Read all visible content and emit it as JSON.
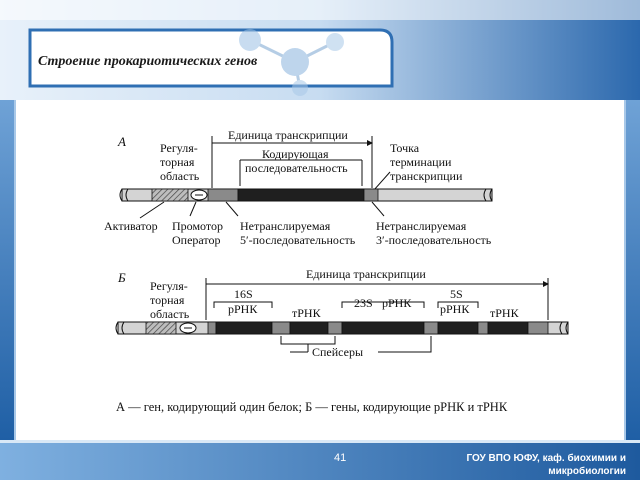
{
  "slide": {
    "title": "Строение прокариотических  генов",
    "page_number": "41",
    "footer_line1": "ГОУ ВПО ЮФУ, каф. биохимии и",
    "footer_line2": "микробиологии",
    "colors": {
      "header_blue": "#2f6fb3",
      "frame_blue": "#3a7cc0",
      "light_blue": "#cfe3f5"
    }
  },
  "diagram_a": {
    "panel_letter": "А",
    "transcription_unit": "Единица транскрипции",
    "regulatory_region": [
      "Регуля-",
      "торная",
      "область"
    ],
    "coding_sequence": [
      "Кодирующая",
      "последовательность"
    ],
    "termination_point": [
      "Точка",
      "терминации",
      "транскрипции"
    ],
    "activator": "Активатор",
    "promoter": "Промотор",
    "operator": "Оператор",
    "untranslated_5": [
      "Нетранслируемая",
      "5′-последовательность"
    ],
    "untranslated_3": [
      "Нетранслируемая",
      "3′-последовательность"
    ]
  },
  "diagram_b": {
    "panel_letter": "Б",
    "transcription_unit": "Единица транскрипции",
    "regulatory_region": [
      "Регуля-",
      "торная",
      "область"
    ],
    "genes": [
      {
        "top": "16S",
        "bottom": "рРНК"
      },
      {
        "top": "",
        "bottom": "тРНК"
      },
      {
        "top": "23S",
        "bottom": "рРНК"
      },
      {
        "top": "5S",
        "bottom": "рРНК"
      },
      {
        "top": "",
        "bottom": "тРНК"
      }
    ],
    "spacers": "Спейсеры"
  },
  "caption": "А — ген, кодирующий один белок; Б — гены, кодирующие рРНК и тРНК"
}
